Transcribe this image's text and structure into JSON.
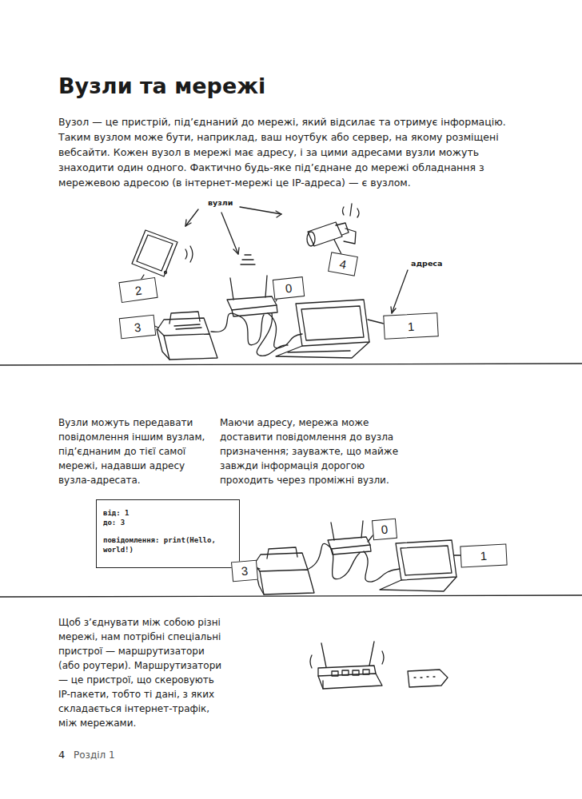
{
  "diagram": {
    "title": "Вузли та мережі",
    "nodes": [
      {
        "text": [
          "2"
        ]
      },
      {
        "text": [
          "0"
        ]
      },
      {
        "text": [
          "4"
        ]
      },
      {
        "text": [
          "3"
        ]
      },
      {
        "text": [
          "1"
        ]
      },
      {
        "text": [
          "від: 1 до: 3",
          "повідомлення: print(Hello, world!)"
        ]
      },
      {
        "text": [
          "3"
        ]
      },
      {
        "text": [
          "0"
        ]
      },
      {
        "text": [
          "1"
        ]
      }
    ],
    "labels": [
      "Вузол — це пристрій, під’єднаний до мережі, який відсилає та отримує інформацію. Таким вузлом може бути, наприклад, ваш ноутбук або сервер, на якому розміщені вебсайти. Кожен вузол в мережі має адресу, і за цими адресами вузли можуть знаходити один одного. Фактично будь-яке під’єднане до мережі обладнання з мережевою адресою (в інтернет-мережі це IP-адреса) — є вузлом.",
      "вузли",
      "адреса",
      "Вузли можуть передавати повідомлення іншим вузлам, під’єднаним до тієї самої мережі, надавши адресу вузла-адресата.",
      "Маючи адресу, мережа може доставити повідомлення до вузла призначення; зауважте, що майже завжди інформація дорогою проходить через проміжні вузли.",
      "Щоб з’єднувати між собою різні мережі, нам потрібні спеціальні пристрої — маршрутизатори (або роутери). Маршрутизатори — це пристрої, що скеровують IP-пакети, тобто ті дані, з яких складається інтернет-трафік, між мережами.",
      "4",
      "Розділ 1"
    ]
  }
}
